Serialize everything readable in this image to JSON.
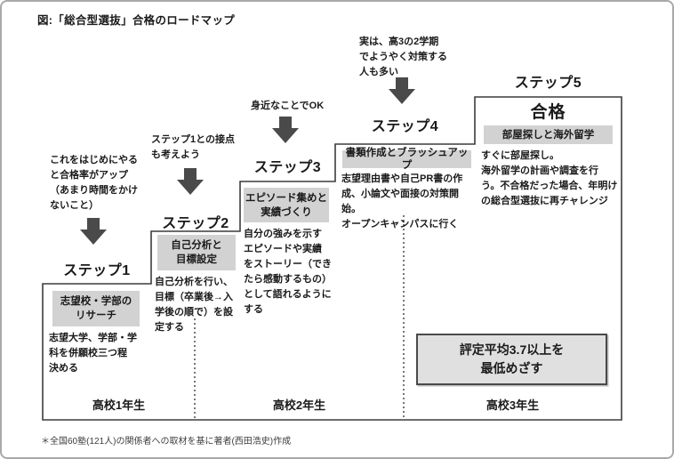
{
  "figure": {
    "title": "図:「総合型選抜」合格のロードマップ",
    "footnote": "＊全国60塾(121人)の関係者への取材を基に著者(西田浩史)作成",
    "pass_label": "合格",
    "goal_box": "評定平均3.7以上を\n最低めざす"
  },
  "steps": [
    {
      "label": "ステップ1",
      "annotation": "これをはじめにやる\nと合格率がアップ\n（あまり時間をかけ\nないこと）",
      "header": "志望校・学部の\nリサーチ",
      "body": "志望大学、学部・学\n科を併願校三つ程\n決める"
    },
    {
      "label": "ステップ2",
      "annotation": "ステップ1との接点\nも考えよう",
      "header": "自己分析と\n目標設定",
      "body": "自己分析を行い、\n目標（卒業後→入\n学後の順で）を設\n定する"
    },
    {
      "label": "ステップ3",
      "annotation": "身近なことでOK",
      "header": "エピソード集めと\n実績づくり",
      "body": "自分の強みを示す\nエピソードや実績\nをストーリー（でき\nたら感動するもの）\nとして語れるように\nする"
    },
    {
      "label": "ステップ4",
      "annotation": "実は、高3の2学期\nでようやく対策する\n人も多い",
      "header": "書類作成とブラッシュアップ",
      "body": "志望理由書や自己PR書の作\n成、小論文や面接の対策開始。\nオープンキャンパスに行く"
    },
    {
      "label": "ステップ5",
      "header": "部屋探しと海外留学",
      "body": "すぐに部屋探し。\n海外留学の計画や調査を行\nう。不合格だった場合、年明け\nの総合型選抜に再チャレンジ"
    }
  ],
  "grades": [
    "高校1年生",
    "高校2年生",
    "高校3年生"
  ],
  "colors": {
    "header_box_bg": "#d2d2d2",
    "goal_box_bg": "#e0e0e0",
    "outline": "#3c3c3c",
    "arrow": "#4a4a4a",
    "text": "#1a1a1a",
    "frame_border": "#a9a9a9"
  }
}
